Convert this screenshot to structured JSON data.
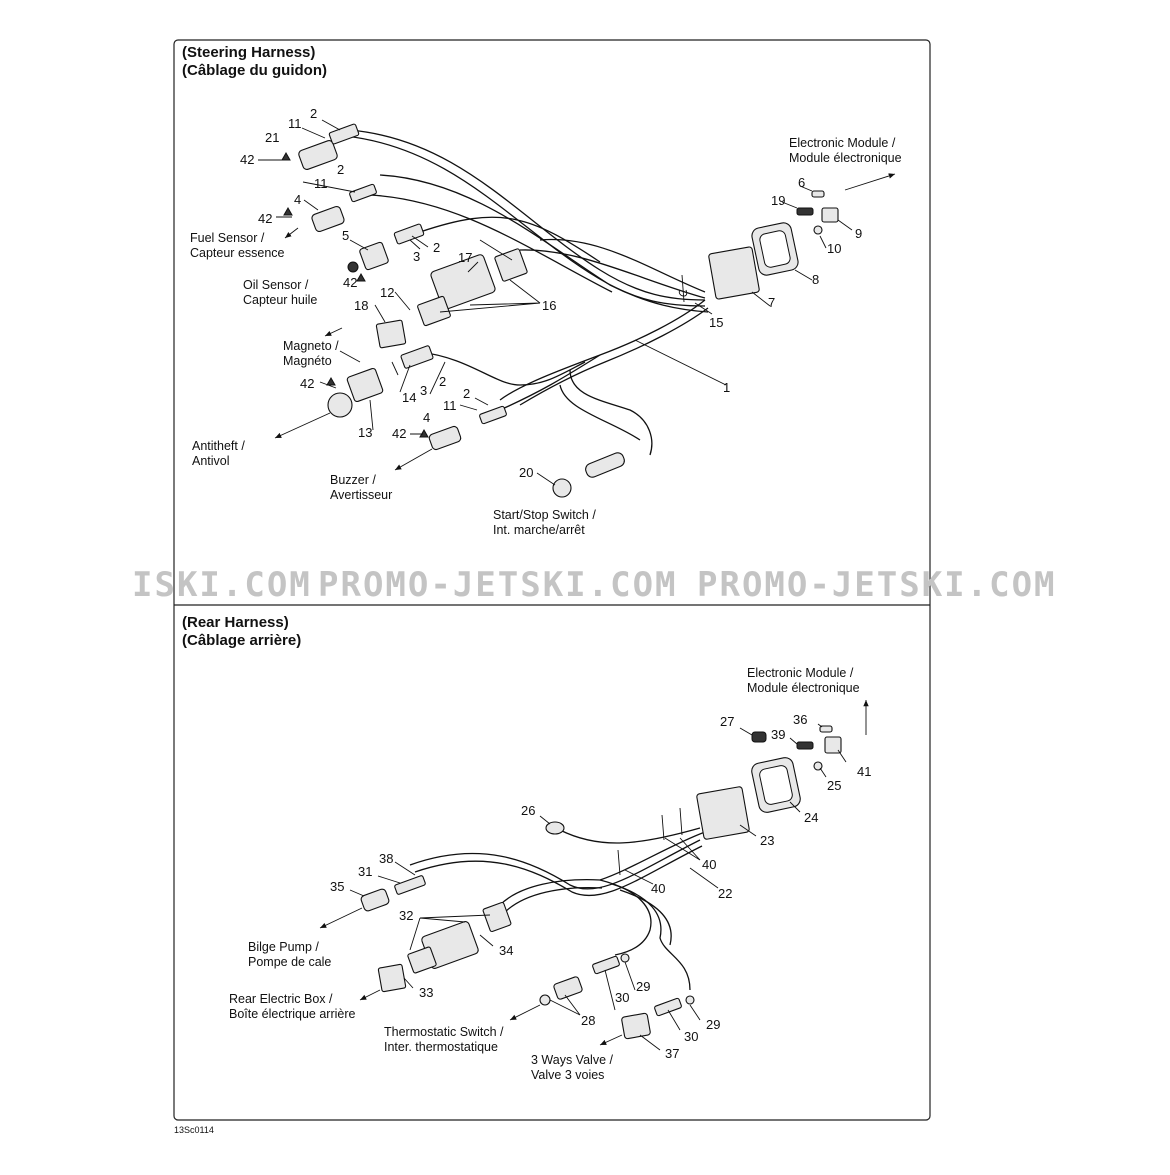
{
  "sections": [
    {
      "title1": "(Steering Harness)",
      "title2": "(Câblage du guidon)"
    },
    {
      "title1": "(Rear Harness)",
      "title2": "(Câblage arrière)"
    }
  ],
  "steering_callouts": [
    "2",
    "11",
    "21",
    "42",
    "2",
    "11",
    "4",
    "42",
    "5",
    "3",
    "2",
    "17",
    "42",
    "16",
    "12",
    "18",
    "6",
    "19",
    "9",
    "10",
    "8",
    "7",
    "15",
    "1",
    "42",
    "3",
    "2",
    "14",
    "13",
    "2",
    "11",
    "4",
    "42",
    "20"
  ],
  "steering_labels": {
    "fuel_sensor_1": "Fuel Sensor /",
    "fuel_sensor_2": "Capteur essence",
    "oil_sensor_1": "Oil Sensor /",
    "oil_sensor_2": "Capteur huile",
    "magneto_1": "Magneto /",
    "magneto_2": "Magnéto",
    "antitheft_1": "Antitheft /",
    "antitheft_2": "Antivol",
    "buzzer_1": "Buzzer /",
    "buzzer_2": "Avertisseur",
    "startstop_1": "Start/Stop Switch /",
    "startstop_2": "Int. marche/arrêt",
    "module_1": "Electronic Module /",
    "module_2": "Module électronique"
  },
  "rear_callouts": [
    "27",
    "36",
    "39",
    "41",
    "25",
    "24",
    "23",
    "26",
    "40",
    "40",
    "22",
    "38",
    "31",
    "35",
    "32",
    "34",
    "33",
    "29",
    "30",
    "28",
    "29",
    "30",
    "37"
  ],
  "rear_labels": {
    "module_1": "Electronic Module /",
    "module_2": "Module électronique",
    "bilge_1": "Bilge Pump /",
    "bilge_2": "Pompe de cale",
    "rearbox_1": "Rear Electric Box /",
    "rearbox_2": "Boîte électrique arrière",
    "thermo_1": "Thermostatic Switch /",
    "thermo_2": "Inter. thermostatique",
    "valve_1": "3 Ways Valve /",
    "valve_2": "Valve 3 voies"
  },
  "watermark": [
    "ISKI.COM",
    "PROMO-JETSKI.COM",
    "PROMO-JETSKI.COM"
  ],
  "figure_code": "13Sc0114"
}
